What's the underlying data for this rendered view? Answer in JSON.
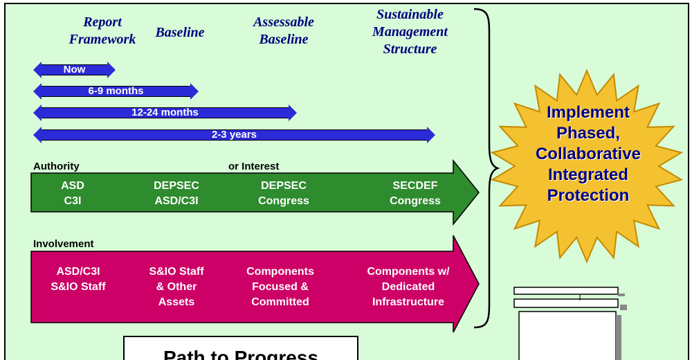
{
  "phases": [
    "Report\nFramework",
    "Baseline",
    "Assessable\nBaseline",
    "Sustainable\nManagement\nStructure"
  ],
  "timelines": [
    "Now",
    "6-9 months",
    "12-24 months",
    "2-3 years"
  ],
  "authority": {
    "label": "Authority",
    "label2": "or Interest",
    "cells": [
      "ASD\nC3I",
      "DEPSEC\nASD/C3I",
      "DEPSEC\nCongress",
      "SECDEF\nCongress"
    ]
  },
  "involvement": {
    "label": "Involvement",
    "cells": [
      "ASD/C3I\nS&IO Staff",
      "S&IO Staff\n& Other\nAssets",
      "Components\nFocused &\nCommitted",
      "Components w/\nDedicated\nInfrastructure"
    ]
  },
  "burst_text": "Implement\nPhased,\nCollaborative\nIntegrated\nProtection",
  "title": "Path to Progress",
  "colors": {
    "panel_bg": "#d8fbd8",
    "timeline": "#2b2bd8",
    "authority_arrow": "#2e8b2e",
    "involvement_arrow": "#cc0066",
    "burst_fill": "#f4c230",
    "phase_text": "#000080"
  }
}
